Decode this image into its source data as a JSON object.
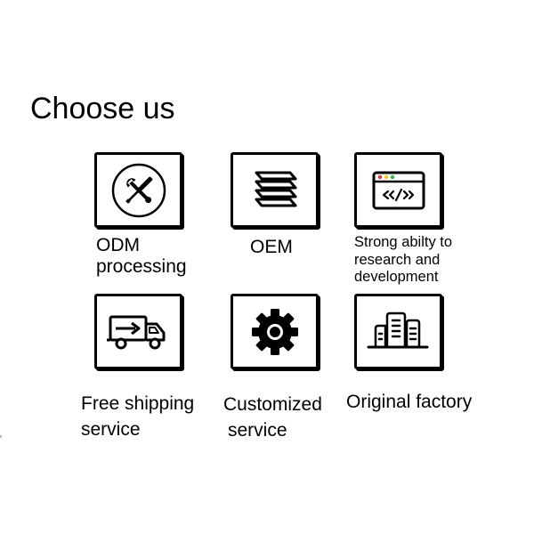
{
  "title": "Choose us",
  "features": [
    {
      "icon": "tools-icon",
      "lines": [
        "ODM",
        "processing"
      ]
    },
    {
      "icon": "stack-icon",
      "lines": [
        "OEM"
      ]
    },
    {
      "icon": "code-window-icon",
      "lines": [
        "Strong abilty to",
        "research and",
        "development"
      ]
    },
    {
      "icon": "delivery-truck-icon",
      "lines": [
        "Free shipping",
        "service"
      ]
    },
    {
      "icon": "gear-icon",
      "lines": [
        "Customized",
        "service"
      ]
    },
    {
      "icon": "factory-buildings-icon",
      "lines": [
        "Original factory"
      ]
    }
  ],
  "colors": {
    "dot_red": "#e23b2e",
    "dot_yellow": "#f4c414",
    "dot_green": "#2fb34a"
  }
}
